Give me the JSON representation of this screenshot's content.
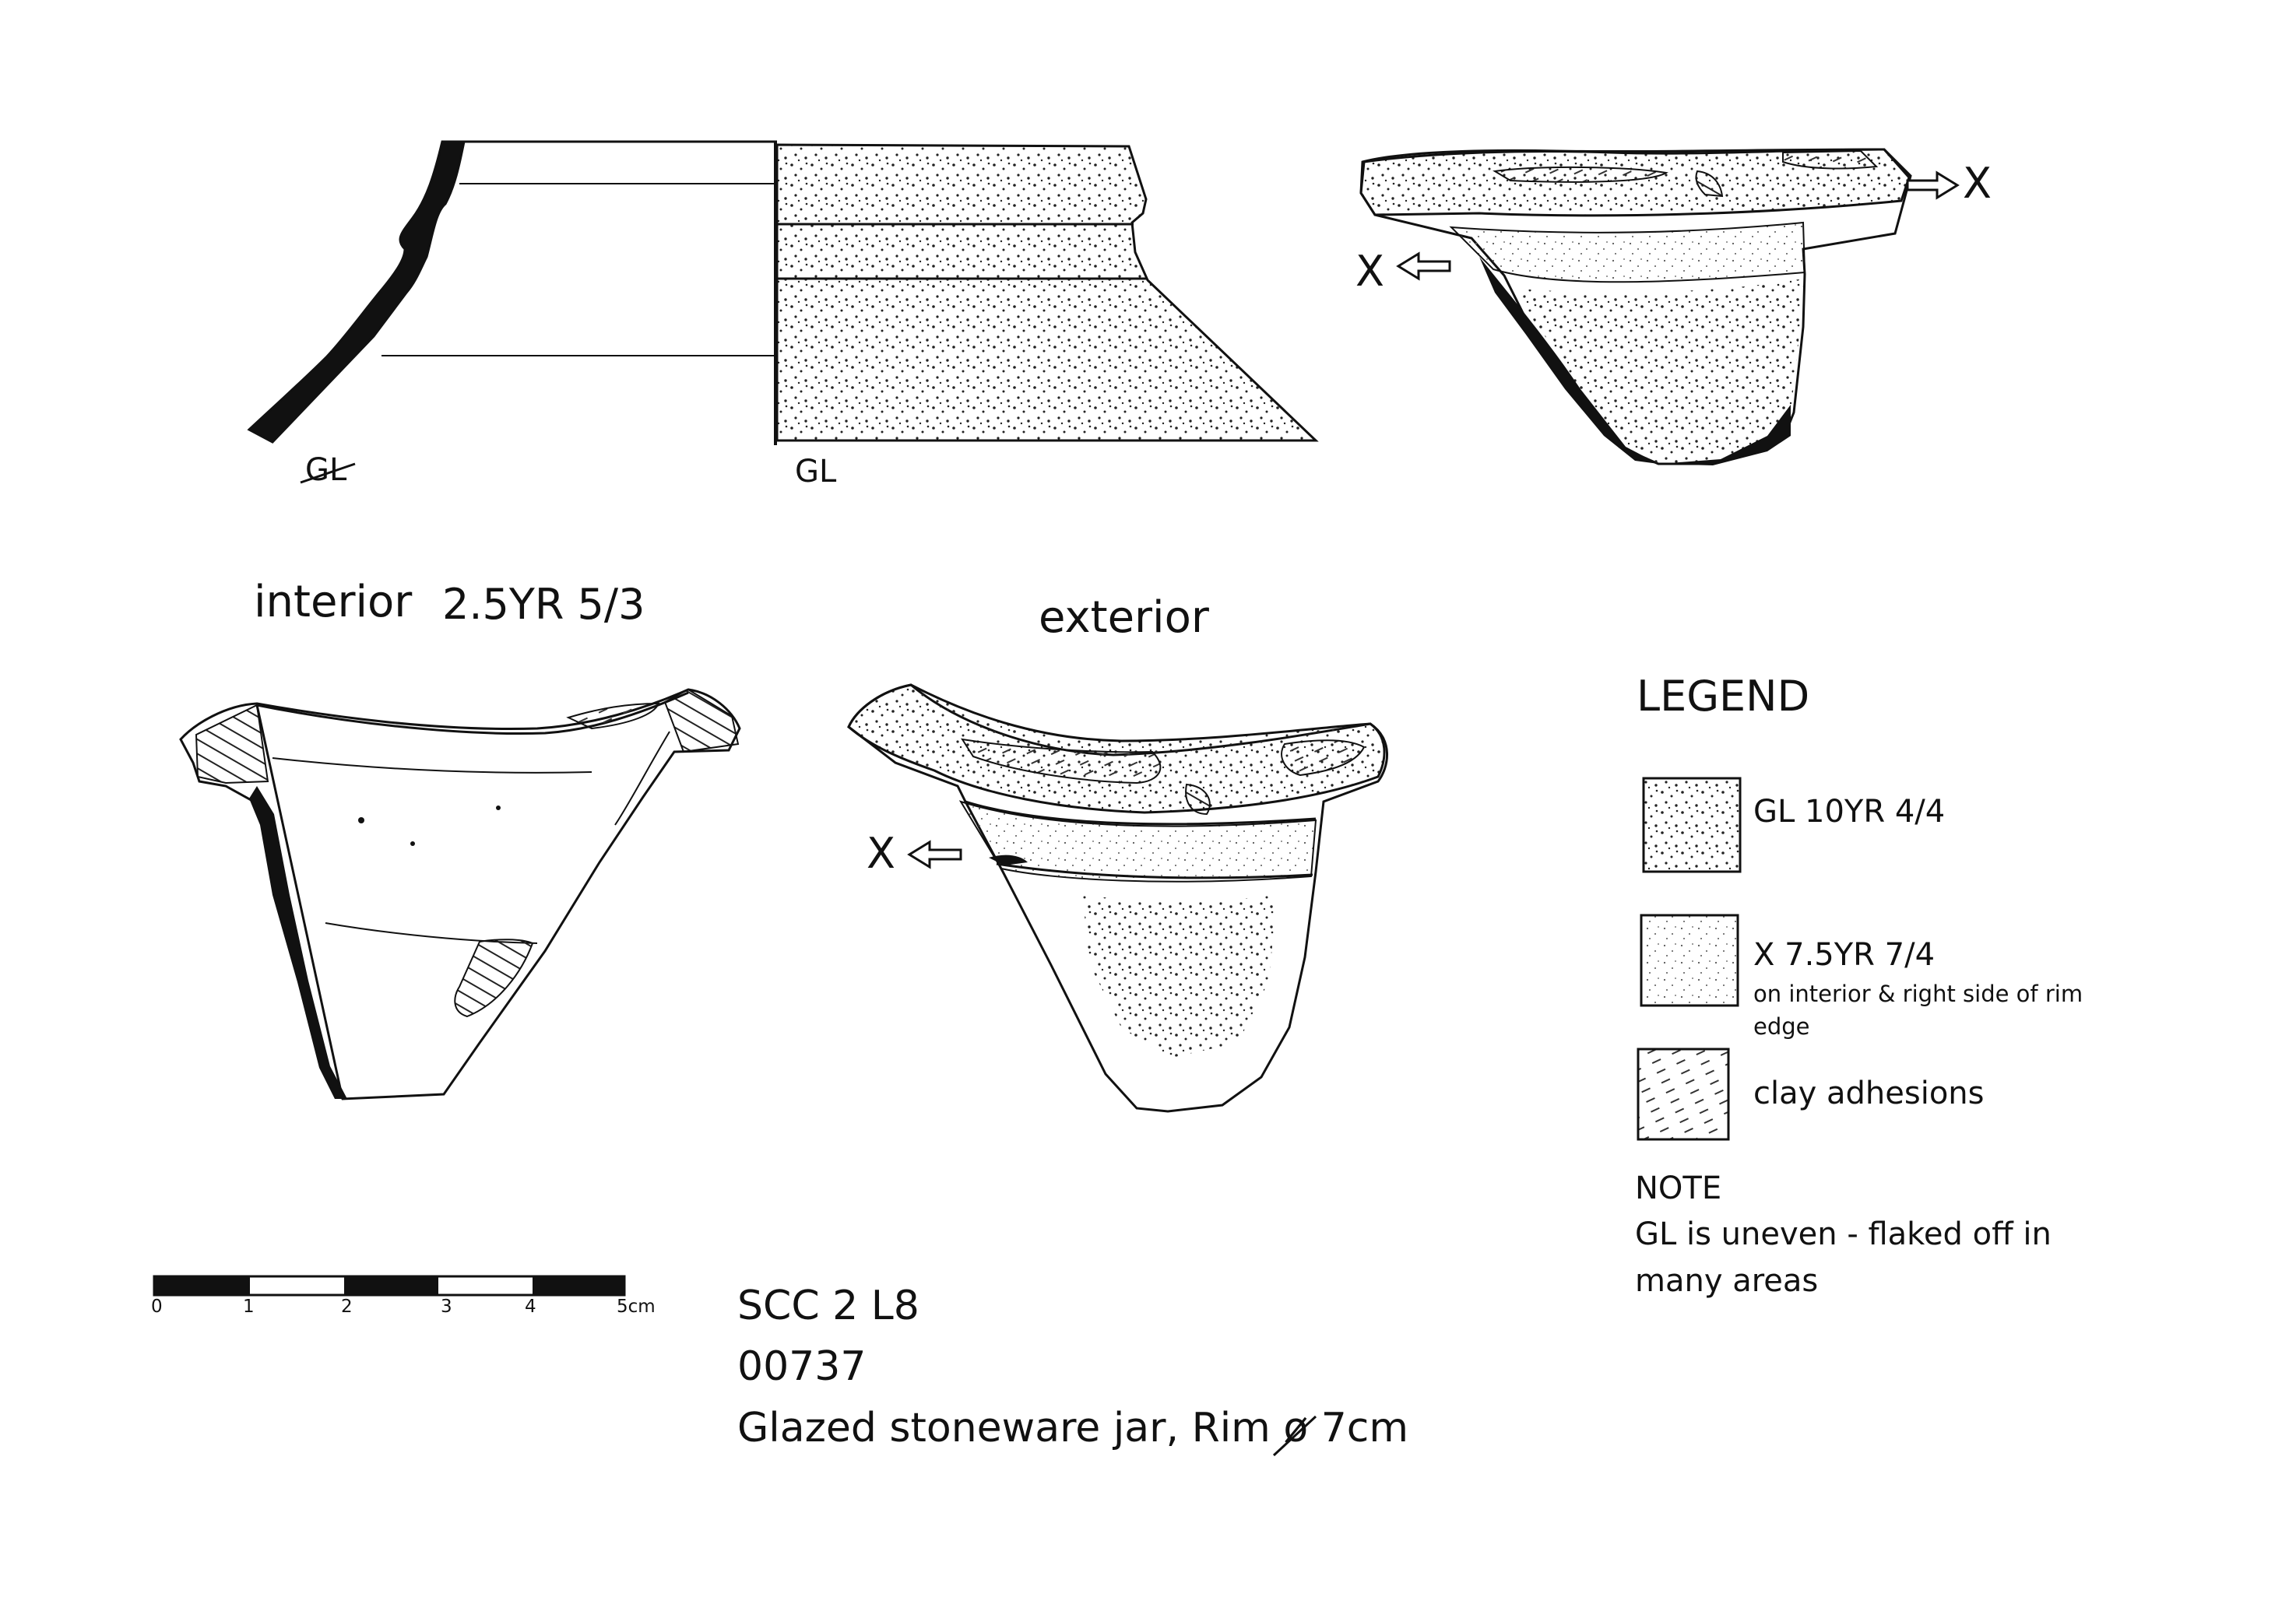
{
  "profile": {
    "glaze_label_left": "GL",
    "glaze_label_right": "GL"
  },
  "markers": {
    "x_top_right": "X",
    "x_top_left": "X",
    "x_exterior": "X"
  },
  "views": {
    "interior_label": "interior",
    "interior_munsell": "2.5YR 5/3",
    "exterior_label": "exterior"
  },
  "legend": {
    "title": "LEGEND",
    "items": [
      {
        "label": "GL 10YR 4/4",
        "note": ""
      },
      {
        "label": "X 7.5YR 7/4",
        "note": "on interior & right side of rim edge"
      },
      {
        "label": "clay adhesions",
        "note": ""
      }
    ],
    "note_title": "NOTE",
    "note_text": "GL is uneven - flaked off in many areas"
  },
  "scale": {
    "ticks": [
      "0",
      "1",
      "2",
      "3",
      "4",
      "5cm"
    ]
  },
  "catalog": {
    "context": "SCC 2 L8",
    "number": "00737",
    "description_prefix": "Glazed stoneware jar, Rim",
    "diameter_symbol": "ø",
    "description_suffix": " 7cm"
  }
}
